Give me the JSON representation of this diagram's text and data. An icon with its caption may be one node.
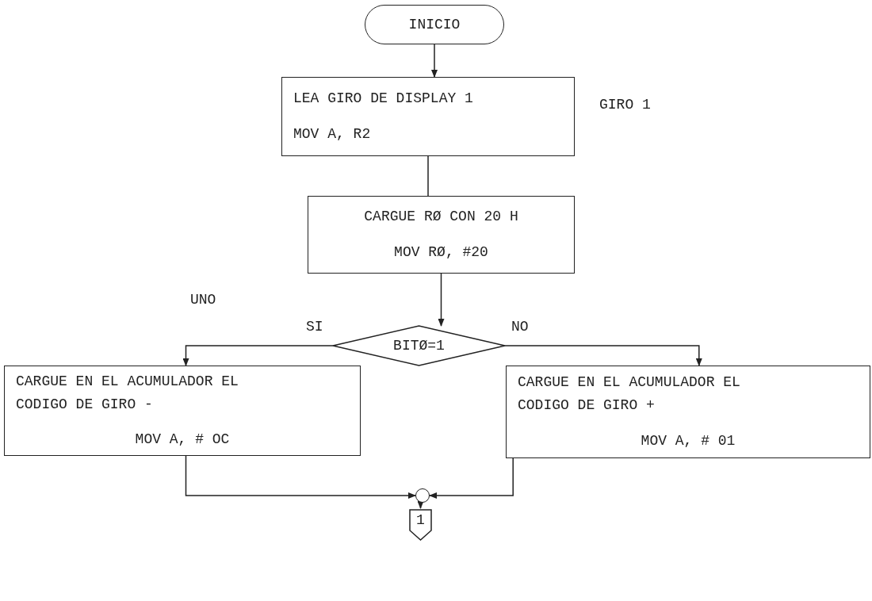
{
  "diagram": {
    "nodes": [
      {
        "text": [
          "INICIO"
        ]
      },
      {
        "text": [
          "LEA GIRO DE DISPLAY 1",
          "MOV A, R2"
        ],
        "beside": [
          "GIRO 1"
        ]
      },
      {
        "text": [
          "CARGUE RØ CON 20 H",
          "MOV RØ, #20"
        ]
      },
      {
        "text": [
          "BITØ=1"
        ]
      },
      {
        "text": [
          "CARGUE EN EL ACUMULADOR EL CODIGO DE GIRO -",
          "MOV A, # OC"
        ]
      },
      {
        "text": [
          "CARGUE EN EL ACUMULADOR EL CODIGO DE GIRO +",
          "MOV A, # 01"
        ]
      },
      {
        "text": [],
        "shape": "circle"
      },
      {
        "text": [
          "1"
        ]
      }
    ],
    "edges": [
      {
        "from": 0,
        "to": 1,
        "arrow": "to"
      },
      {
        "from": 1,
        "to": 2,
        "arrow": "none"
      },
      {
        "from": 2,
        "to": 3,
        "arrow": "to"
      },
      {
        "from": 3,
        "to": 4,
        "arrow": "to",
        "label": "SI"
      },
      {
        "from": 3,
        "to": 5,
        "arrow": "to",
        "label": "NO"
      },
      {
        "from": 4,
        "to": 6,
        "arrow": "to"
      },
      {
        "from": 5,
        "to": 6,
        "arrow": "to"
      },
      {
        "from": 6,
        "to": 7,
        "arrow": "to"
      }
    ],
    "labels": [
      "UNO"
    ]
  }
}
